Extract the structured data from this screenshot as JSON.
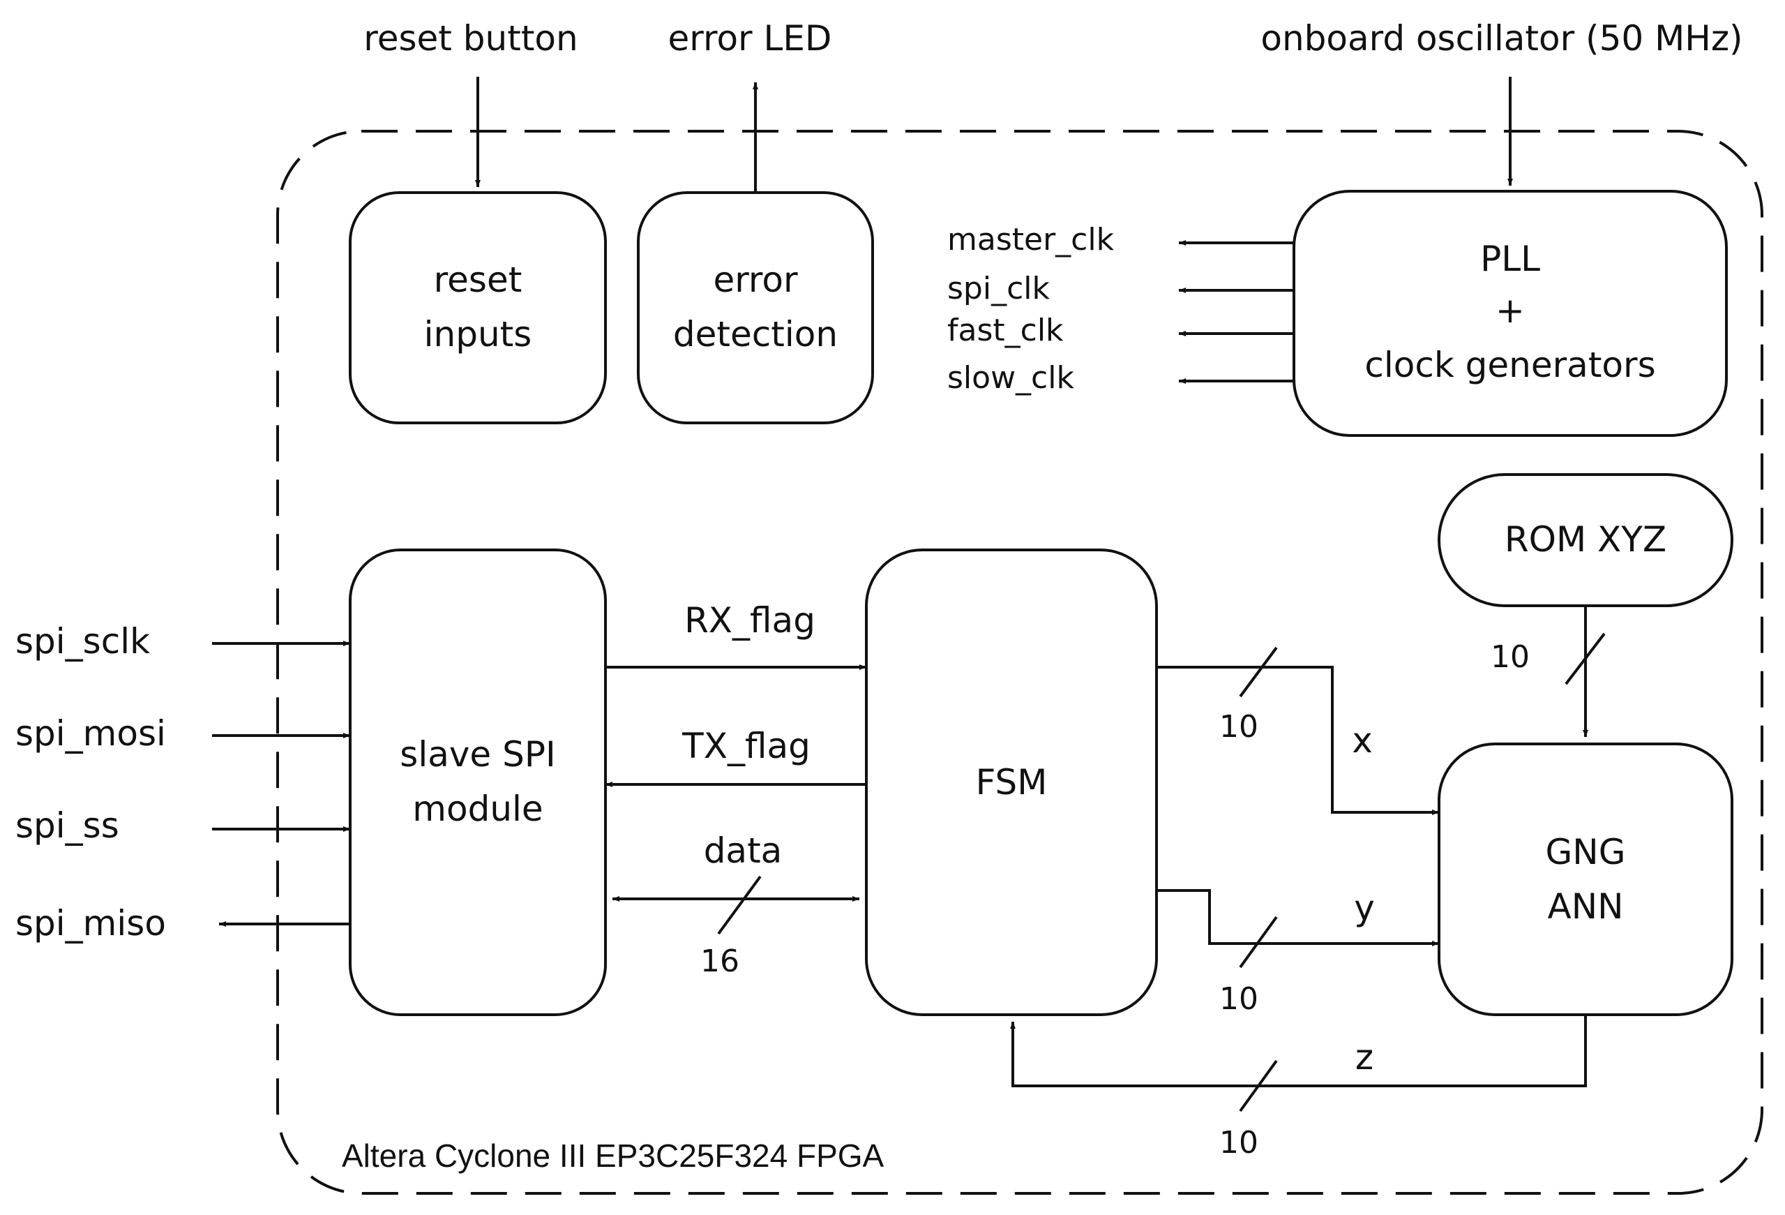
{
  "external": {
    "reset_button": "reset button",
    "error_led": "error LED",
    "oscillator": "onboard oscillator (50 MHz)"
  },
  "fpga": {
    "label": "Altera Cyclone III EP3C25F324 FPGA"
  },
  "blocks": {
    "reset_inputs": {
      "line1": "reset",
      "line2": "inputs"
    },
    "error_detection": {
      "line1": "error",
      "line2": "detection"
    },
    "pll": {
      "line1": "PLL",
      "line2": "+",
      "line3": "clock generators"
    },
    "rom": {
      "label": "ROM XYZ"
    },
    "spi": {
      "line1": "slave SPI",
      "line2": "module"
    },
    "fsm": {
      "label": "FSM"
    },
    "gng": {
      "line1": "GNG",
      "line2": "ANN"
    }
  },
  "clocks": [
    "master_clk",
    "spi_clk",
    "fast_clk",
    "slow_clk"
  ],
  "spi_pins": [
    "spi_sclk",
    "spi_mosi",
    "spi_ss",
    "spi_miso"
  ],
  "signals": {
    "rx_flag": "RX_flag",
    "tx_flag": "TX_flag",
    "data": "data",
    "data_width": "16",
    "x": "x",
    "x_width": "10",
    "y": "y",
    "y_width": "10",
    "z": "z",
    "z_width": "10",
    "rom_width": "10"
  }
}
